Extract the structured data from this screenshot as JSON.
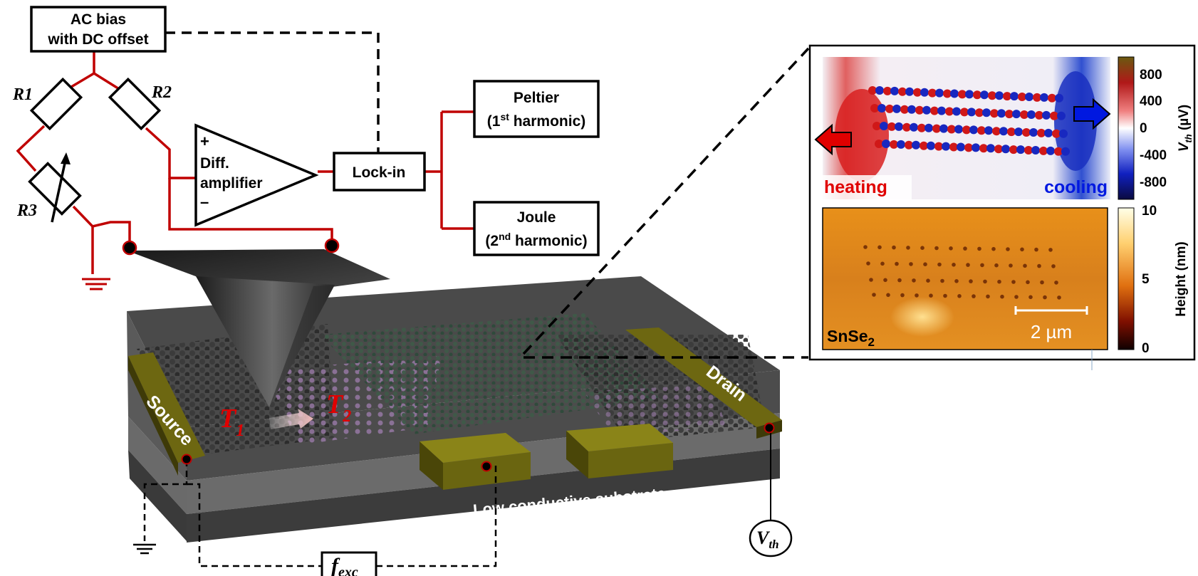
{
  "circuit": {
    "ac_bias_line1": "AC bias",
    "ac_bias_line2": "with DC offset",
    "r1": "R1",
    "r2": "R2",
    "r3": "R3",
    "amp_plus": "+",
    "amp_minus": "–",
    "amp_line1": "Diff.",
    "amp_line2": "amplifier",
    "lockin": "Lock-in",
    "peltier_line1": "Peltier",
    "peltier_line2_pre": "(1",
    "peltier_line2_sup": "st",
    "peltier_line2_post": " harmonic)",
    "joule_line1": "Joule",
    "joule_line2_pre": "(2",
    "joule_line2_sup": "nd",
    "joule_line2_post": " harmonic)"
  },
  "device": {
    "source": "Source",
    "drain": "Drain",
    "substrate": "Low conductive substrate",
    "t1": "T",
    "t1_sub": "1",
    "t2": "T",
    "t2_sub": "2",
    "f_exc": "f",
    "f_exc_sub": "exc",
    "v_th": "V",
    "v_th_sub": "th"
  },
  "inset_top": {
    "heating": "heating",
    "cooling": "cooling",
    "colorbar_ticks": [
      "800",
      "400",
      "0",
      "-400",
      "-800"
    ],
    "colorbar_label_var": "V",
    "colorbar_label_sub": "th",
    "colorbar_label_unit": " (µV)"
  },
  "inset_bottom": {
    "material": "SnSe",
    "material_sub": "2",
    "scalebar": "2 µm",
    "colorbar_ticks": [
      "10",
      "5",
      "0"
    ],
    "colorbar_label": "Height (nm)"
  },
  "colors": {
    "wire": "#c00000",
    "electrode": "#7a7214",
    "heating": "#e00000",
    "cooling": "#0020d0",
    "substrate": "#555555"
  }
}
